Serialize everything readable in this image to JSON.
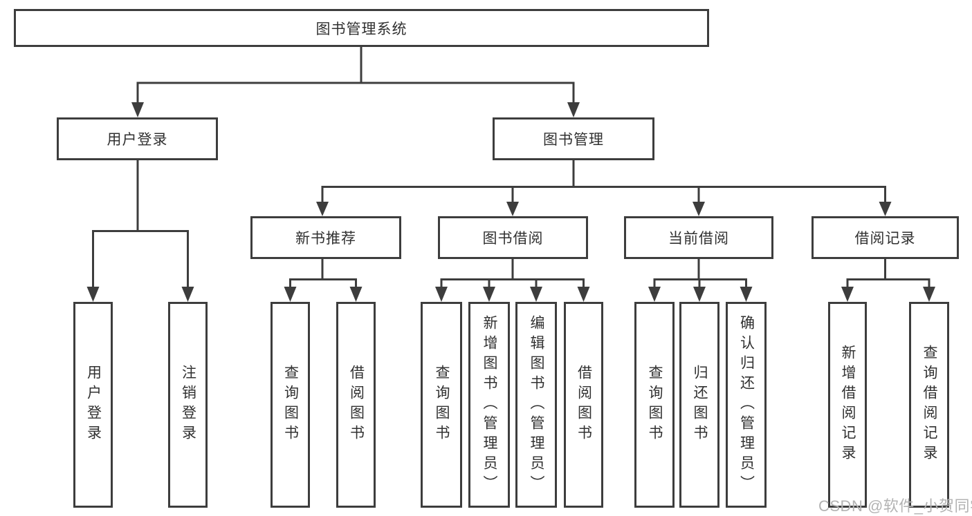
{
  "diagram": {
    "type": "hierarchy-tree",
    "root": {
      "label": "图书管理系统"
    },
    "branches": [
      {
        "label": "用户登录",
        "children": [
          {
            "label": "用户登录"
          },
          {
            "label": "注销登录"
          }
        ]
      },
      {
        "label": "图书管理",
        "children": [
          {
            "label": "新书推荐",
            "children": [
              {
                "label": "查询图书"
              },
              {
                "label": "借阅图书"
              }
            ]
          },
          {
            "label": "图书借阅",
            "children": [
              {
                "label": "查询图书"
              },
              {
                "label": "新增图书（管理员）"
              },
              {
                "label": "编辑图书（管理员）"
              },
              {
                "label": "借阅图书"
              }
            ]
          },
          {
            "label": "当前借阅",
            "children": [
              {
                "label": "查询图书"
              },
              {
                "label": "归还图书"
              },
              {
                "label": "确认归还（管理员）"
              }
            ]
          },
          {
            "label": "借阅记录",
            "children": [
              {
                "label": "新增借阅记录"
              },
              {
                "label": "查询借阅记录"
              }
            ]
          }
        ]
      }
    ]
  },
  "watermark": {
    "text": "CSDN @软件_小贺同学"
  },
  "colors": {
    "line": "#3d3d3d",
    "text": "#303030",
    "background": "#ffffff",
    "watermark": "#b3b3b3"
  }
}
